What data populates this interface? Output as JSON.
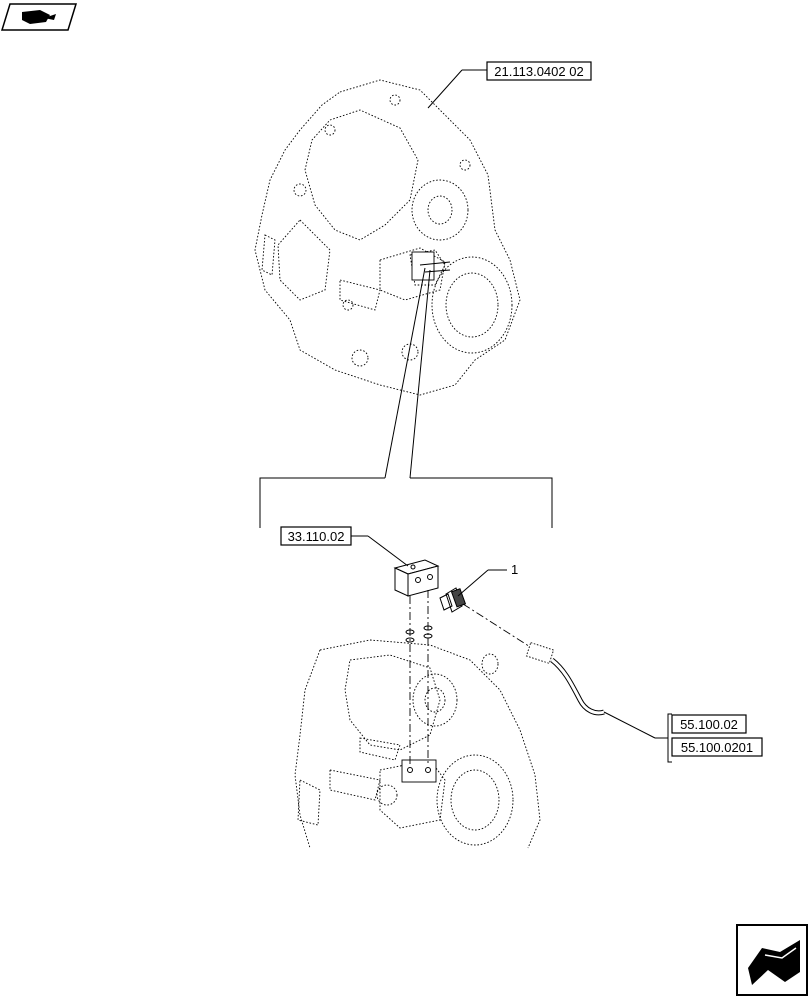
{
  "references": {
    "top_housing": "21.113.0402 02",
    "block": "33.110.02",
    "item_number": "1",
    "harness_a": "55.100.02",
    "harness_b": "55.100.0201"
  },
  "icons": {
    "top_left": "book-nav-icon",
    "bottom_right": "book-page-turn-icon"
  }
}
